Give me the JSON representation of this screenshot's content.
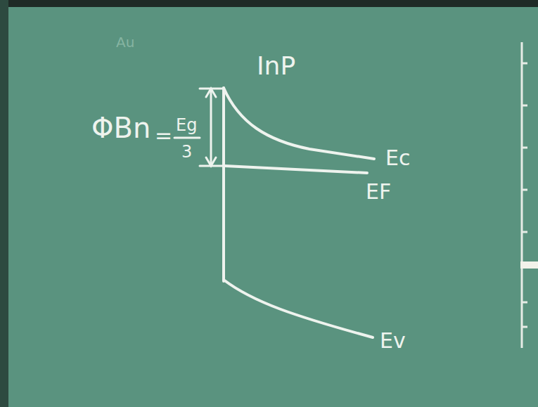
{
  "diagram": {
    "labels": [
      "InP",
      "ΦBn",
      "=",
      "Eg",
      "3",
      "Ec",
      "EF",
      "Ev",
      "Au"
    ]
  }
}
